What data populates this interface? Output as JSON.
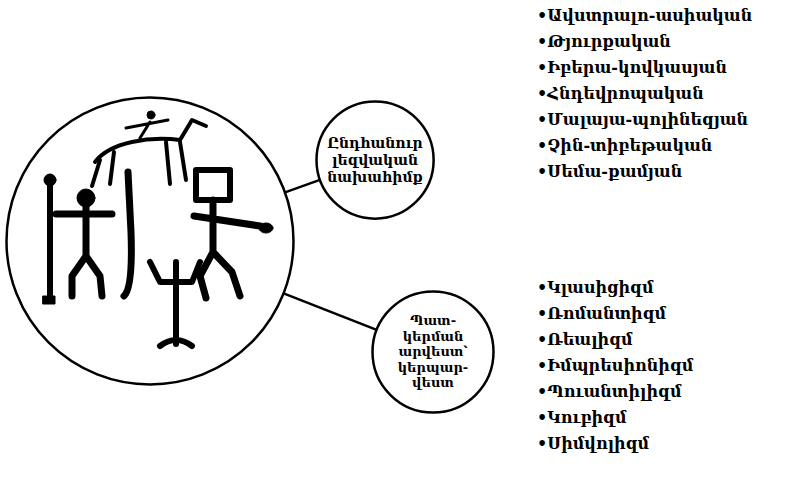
{
  "diagram": {
    "nodes": [
      {
        "text": []
      },
      {
        "text": [
          "Ընդհանուր լեզվական նախահիմք"
        ]
      },
      {
        "text": [
          "Պատ- կերման արվեստ՝ կերպար- վեստ"
        ]
      }
    ],
    "edges": [
      {
        "from": 0,
        "to": 1,
        "arrow": "none"
      },
      {
        "from": 0,
        "to": 2,
        "arrow": "none"
      }
    ],
    "labels": [
      "•Ավստրալո-ասիական",
      "•Թյուրքական",
      "•Իբերա-կովկասյան",
      "•Հնդեվրոպական",
      "•Մալայա-պոլինեզյան",
      "•Չին-տիբեթական",
      "•Սեմա-քամյան",
      "•Կլասիցիզմ",
      "•Ռոմանտիզմ",
      "•Ռեալիզմ",
      "•Իմպրեսիոնիզմ",
      "•Պուանտիլիզմ",
      "•Կուբիզմ",
      "•Սիմվոլիզմ"
    ]
  }
}
